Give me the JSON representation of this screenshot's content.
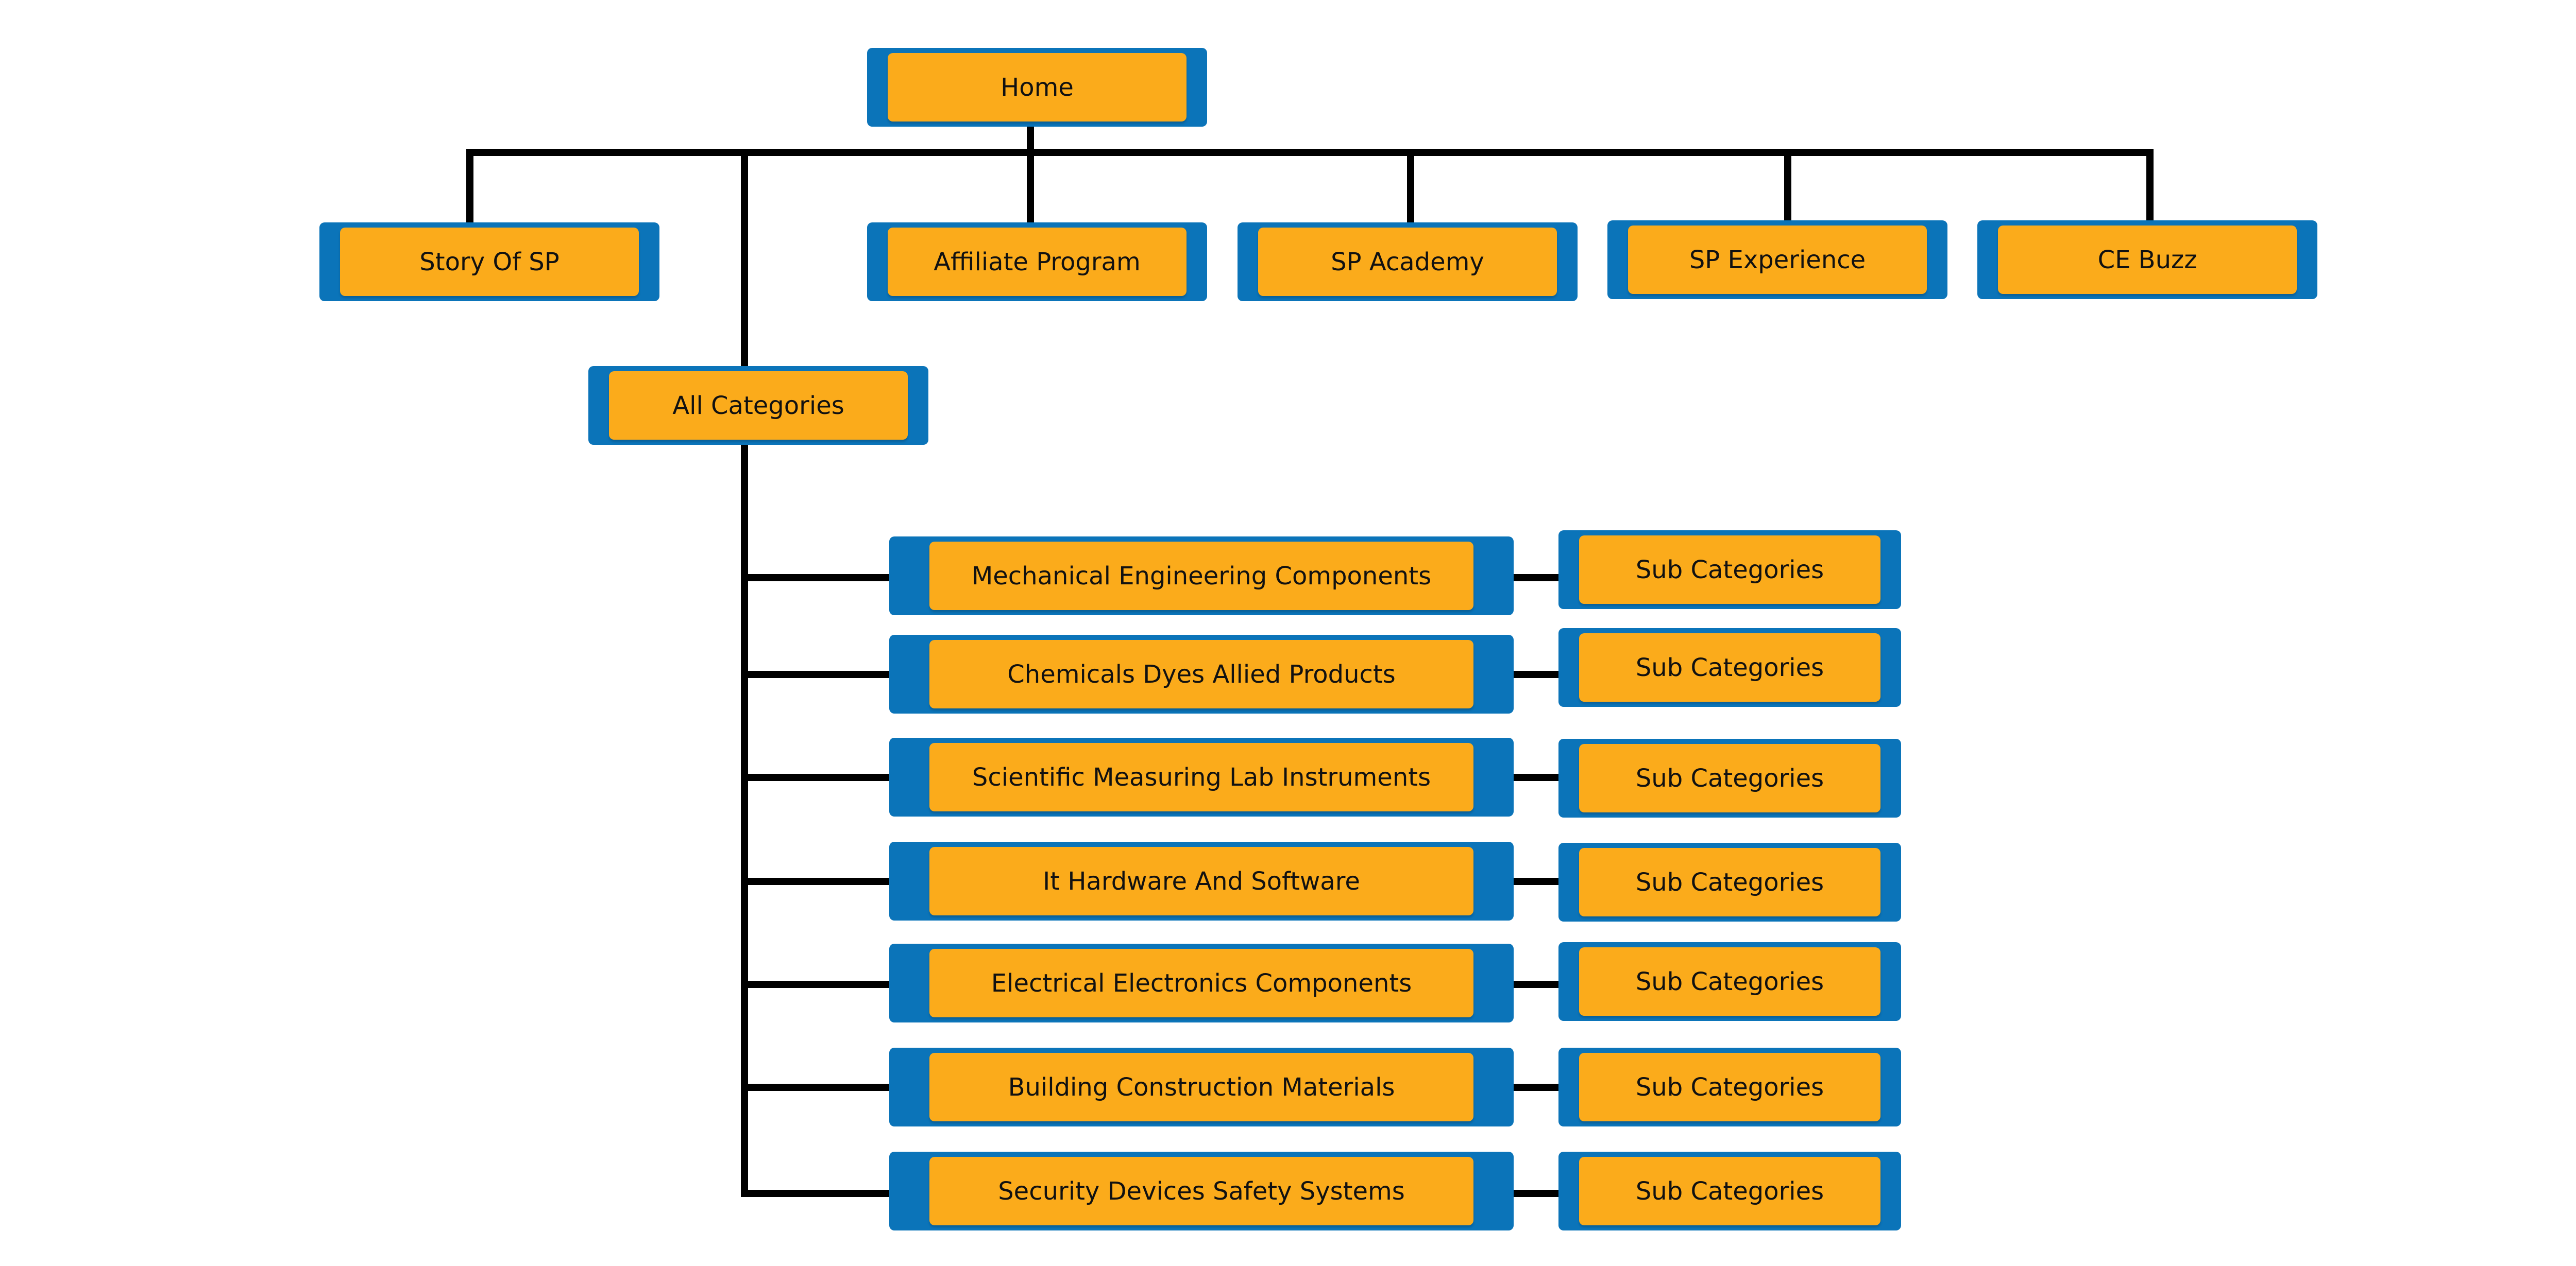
{
  "colors": {
    "connector": "#000000",
    "node_outer": "#0b74b9",
    "node_inner": "#fbab1b",
    "text": "#111111"
  },
  "home": {
    "label": "Home"
  },
  "top_level": [
    {
      "label": "Story Of SP"
    },
    {
      "label": "Affiliate Program"
    },
    {
      "label": "SP Academy"
    },
    {
      "label": "SP Experience"
    },
    {
      "label": "CE Buzz"
    }
  ],
  "all_categories": {
    "label": "All Categories"
  },
  "categories": [
    {
      "label": "Mechanical Engineering Components",
      "sub_label": "Sub Categories"
    },
    {
      "label": "Chemicals Dyes Allied Products",
      "sub_label": "Sub Categories"
    },
    {
      "label": "Scientific Measuring Lab Instruments",
      "sub_label": "Sub Categories"
    },
    {
      "label": "It Hardware And Software",
      "sub_label": "Sub Categories"
    },
    {
      "label": "Electrical Electronics Components",
      "sub_label": "Sub Categories"
    },
    {
      "label": "Building Construction Materials",
      "sub_label": "Sub Categories"
    },
    {
      "label": "Security Devices Safety Systems",
      "sub_label": "Sub Categories"
    }
  ]
}
